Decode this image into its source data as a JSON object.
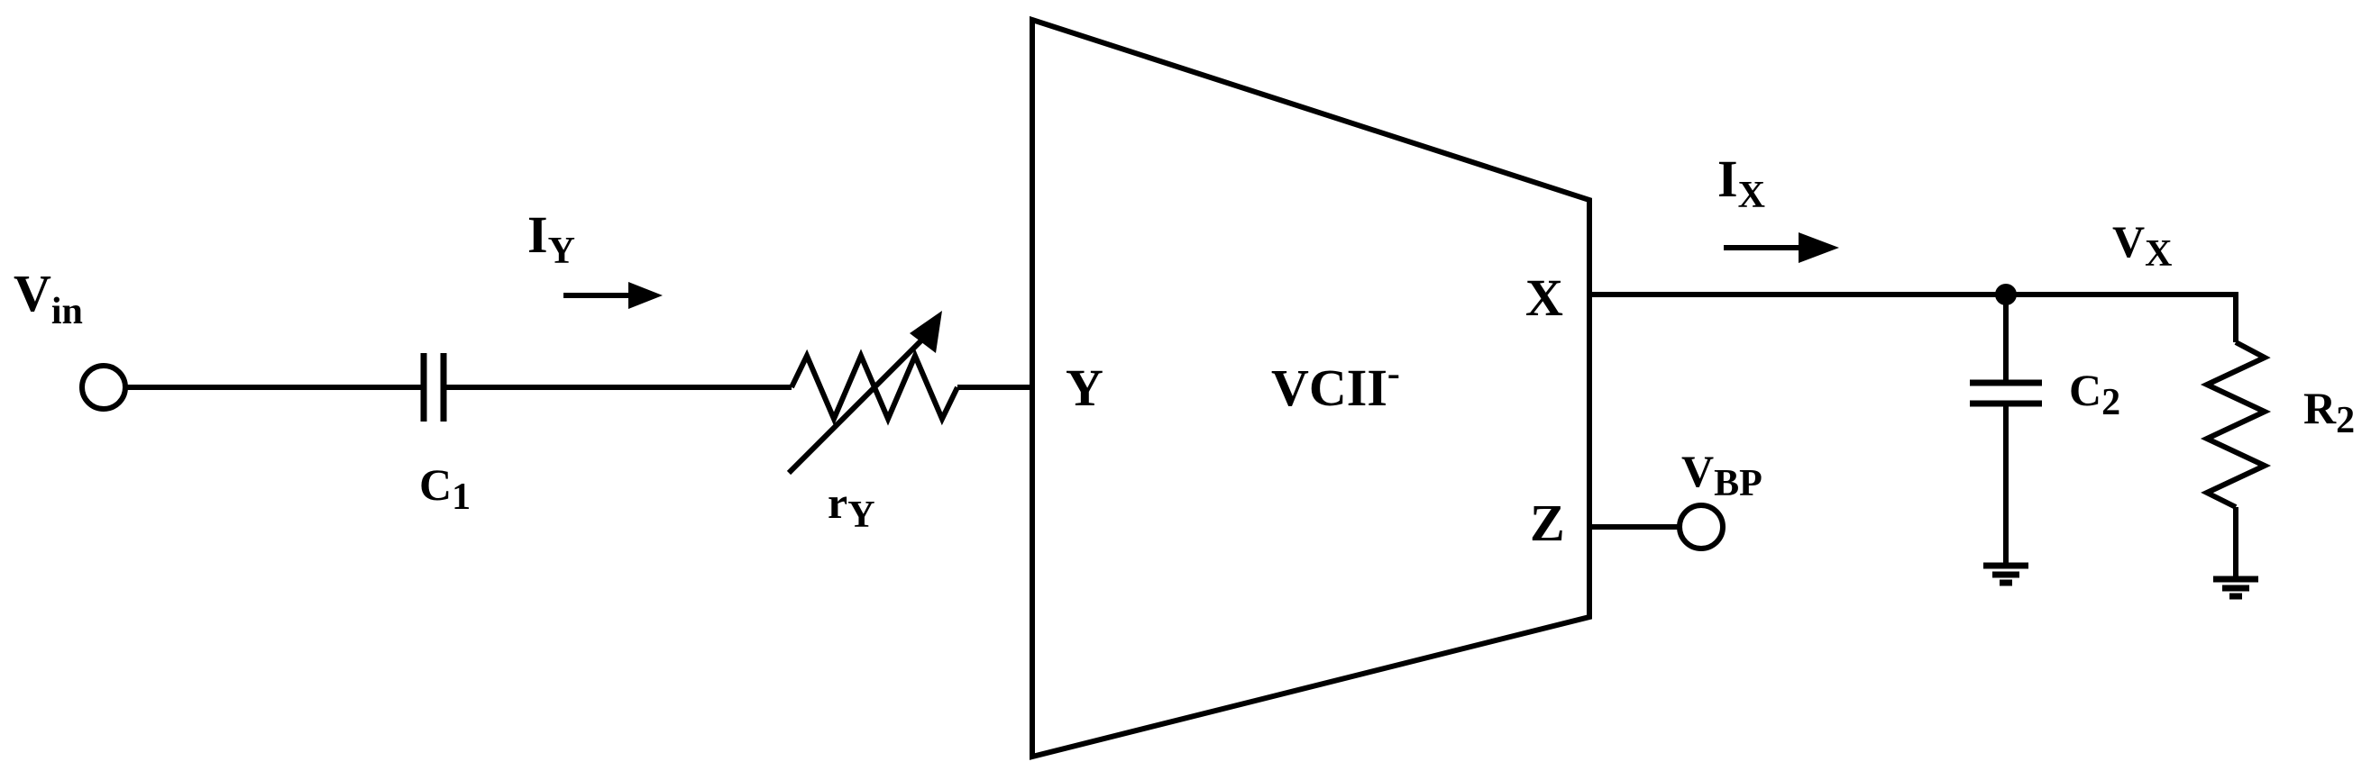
{
  "diagram": {
    "input_label": {
      "main": "V",
      "sub": "in"
    },
    "capacitor_1": {
      "main": "C",
      "sub": "1"
    },
    "current_y": {
      "main": "I",
      "sub": "Y"
    },
    "resistor_y": {
      "main": "r",
      "sub": "Y"
    },
    "block": {
      "name_main": "VCII",
      "name_sup": "-",
      "port_y": "Y",
      "port_x": "X",
      "port_z": "Z"
    },
    "current_x": {
      "main": "I",
      "sub": "X"
    },
    "node_x_voltage": {
      "main": "V",
      "sub": "X"
    },
    "output_bp": {
      "main": "V",
      "sub": "BP"
    },
    "capacitor_2": {
      "main": "C",
      "sub": "2"
    },
    "resistor_2": {
      "main": "R",
      "sub": "2"
    }
  }
}
